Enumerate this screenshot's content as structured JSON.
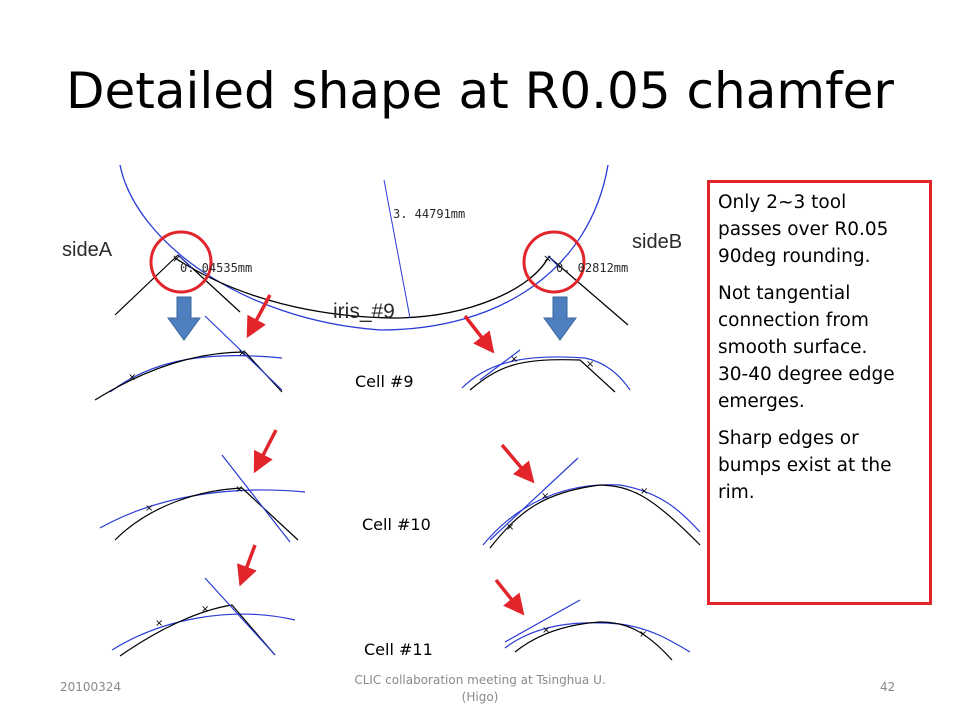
{
  "slide": {
    "title": "Detailed shape at R0.05 chamfer"
  },
  "diagram": {
    "side_a_label": "sideA",
    "side_b_label": "sideB",
    "iris_label": "iris_#9",
    "radius_label": "3. 44791mm",
    "dim_a_label": "0. 04535mm",
    "dim_b_label": "0. 02812mm",
    "cell_labels": [
      "Cell #9",
      "Cell #10",
      "Cell #11"
    ],
    "colors": {
      "highlight": "#e2242b",
      "arrow_fill": "#4f7fbf",
      "curve_blue": "#2a3bd6",
      "curve_black": "#000000"
    }
  },
  "note": {
    "paragraphs": [
      "Only 2~3 tool\npasses over R0.05\n90deg rounding.",
      "Not tangential\nconnection from\nsmooth surface.\n30-40 degree edge\nemerges.",
      "Sharp edges or\nbumps exist at the\nrim."
    ]
  },
  "footer": {
    "date": "20100324",
    "center": "CLIC collaboration meeting at Tsinghua U.\n(Higo)",
    "page": "42"
  }
}
